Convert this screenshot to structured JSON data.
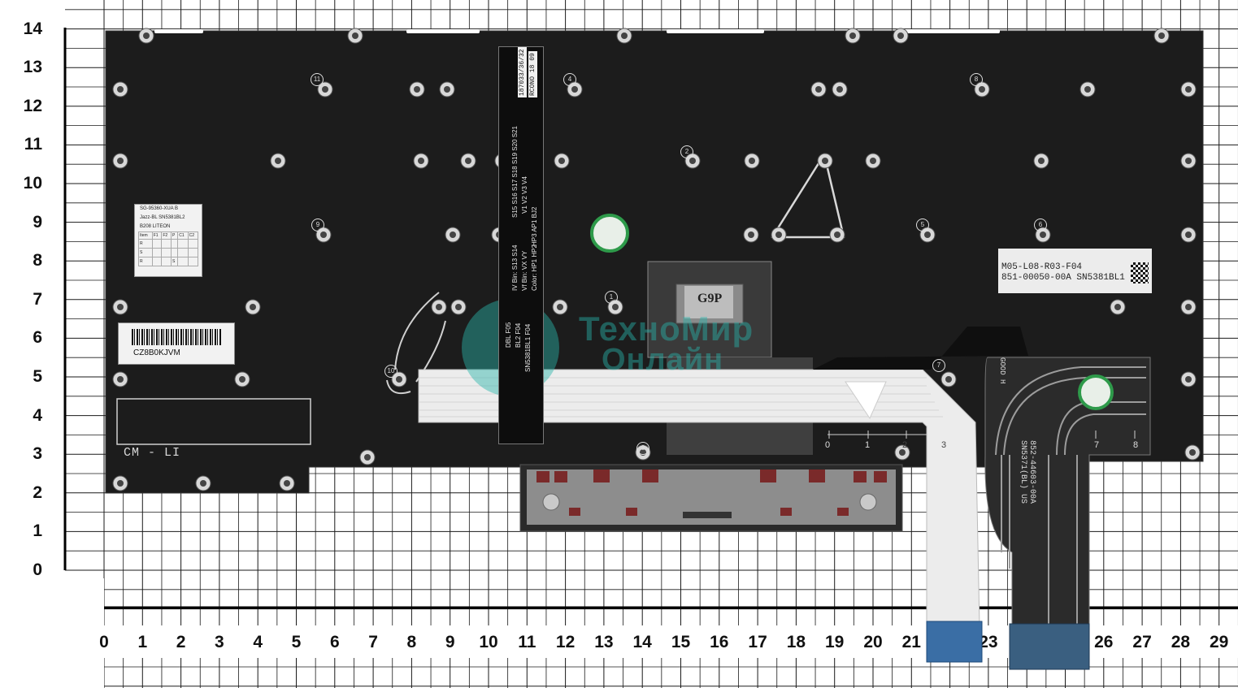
{
  "y_axis": {
    "ticks": [
      "0",
      "1",
      "2",
      "3",
      "4",
      "5",
      "6",
      "7",
      "8",
      "9",
      "10",
      "11",
      "12",
      "13",
      "14"
    ]
  },
  "x_axis": {
    "ticks": [
      "0",
      "1",
      "2",
      "3",
      "4",
      "5",
      "6",
      "7",
      "8",
      "9",
      "10",
      "11",
      "12",
      "13",
      "14",
      "15",
      "16",
      "17",
      "18",
      "19",
      "20",
      "21",
      "22",
      "23",
      "24",
      "25",
      "26",
      "27",
      "28",
      "29"
    ]
  },
  "spec_label": {
    "lines": [
      "SG-95360-XUA   B",
      "Jazz-BL        SN5381BL2",
      "B208           LITEON"
    ],
    "table_header": [
      "Item",
      "F1",
      "F2",
      "P",
      "C1",
      "C2"
    ],
    "rows": [
      "R",
      "S",
      "R"
    ],
    "s_mark": "S"
  },
  "barcode_label": {
    "text": "CZ8B0KJVM"
  },
  "cm_label": {
    "text": "CM - LI"
  },
  "vertical_strip": {
    "top_lines": [
      "187033/36/32",
      "RCONO  18 09"
    ],
    "lines": [
      "S15  S16  S17  S18  S19  S20  S21",
      "V1  V2  V3  V4",
      "HP3  AP1  BJ2",
      "IV Bin: S13  S14",
      "Vf Bin: VX  VY",
      "Color: HP1  HP2",
      "SN5381BL1  F04",
      "DBL F05",
      "BL2  F04"
    ]
  },
  "part_label": {
    "line1": "M05-L08-R03-F04",
    "line2": "851-00050-00A SN5381BL1"
  },
  "chip_label": {
    "text": "G9P"
  },
  "cable_text": {
    "a": "852-44603-00A",
    "b": "SN5371(BL) US",
    "c": "GOOD H"
  },
  "ruler_labels": [
    "0",
    "1",
    "2",
    "3",
    "7",
    "8"
  ],
  "watermark": {
    "line1": "ТехноМир",
    "line2": "Онлайн"
  },
  "markers": [
    "11",
    "4",
    "8",
    "2",
    "9",
    "5",
    "6",
    "1",
    "10",
    "7",
    "3"
  ],
  "colors": {
    "board": "#1c1c1c",
    "grid": "#1a1a1a",
    "cable": "#e8e8e8",
    "connector": "#3a6ea5",
    "watermark": "#2bb5aa"
  }
}
